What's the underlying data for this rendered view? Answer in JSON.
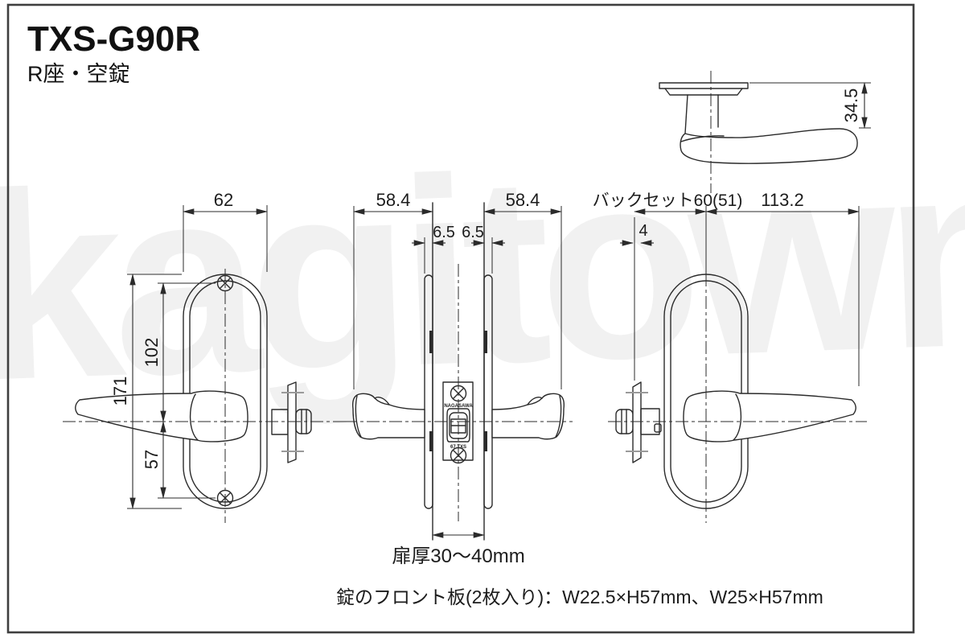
{
  "product": {
    "title": "TXS-G90R",
    "subtitle": "R座・空錠"
  },
  "watermark": {
    "text": "kagitown"
  },
  "colors": {
    "line": "#2b2b2b",
    "watermark": "#f1f1f1",
    "border": "#3f3f3f",
    "background": "#ffffff"
  },
  "dimensions": {
    "side_height": "34.5",
    "rose_width": "62",
    "protrusion_left": "58.4",
    "protrusion_right": "58.4",
    "rose_thickness_left": "6.5",
    "rose_thickness_right": "6.5",
    "rose_height": "171",
    "center_to_top": "102",
    "center_to_bottom": "57",
    "backset": "バックセット60(51)",
    "lever_length": "113.2",
    "plate_thickness": "4",
    "door_thickness": "扉厚30〜40mm"
  },
  "stamps": {
    "brand": "NAGASAWA",
    "model": "67 TXS"
  },
  "notes": {
    "front_plate": "錠のフロント板(2枚入り)：W22.5×H57mm、W25×H57mm"
  }
}
